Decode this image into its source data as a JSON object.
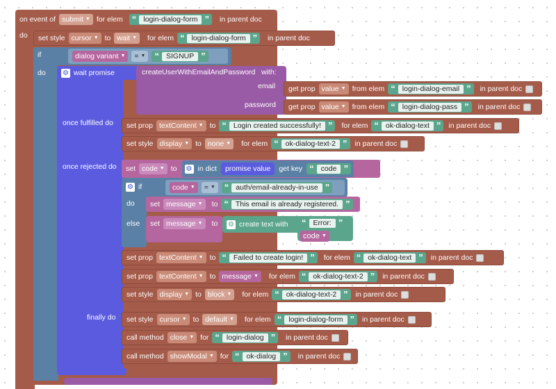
{
  "event": {
    "on_event_of": "on event of",
    "event_name": "submit",
    "for_elem": "for elem",
    "form": "login-dialog-form",
    "in_parent_doc": "in parent doc",
    "do": "do"
  },
  "setstyle1": {
    "label": "set style",
    "prop": "cursor",
    "to": "to",
    "value": "wait",
    "for_elem": "for elem",
    "elem": "login-dialog-form",
    "in_parent_doc": "in parent doc"
  },
  "if1": {
    "if": "if",
    "var": "dialog variant",
    "op": "=",
    "value": "SIGNUP",
    "do": "do"
  },
  "wait": {
    "label": "wait promise",
    "fn": "createUserWithEmailAndPassword",
    "with": "with:",
    "email_label": "email",
    "password_label": "password"
  },
  "email_arg": {
    "label": "get prop",
    "prop": "value",
    "from_elem": "from elem",
    "elem": "login-dialog-email",
    "in_parent_doc": "in parent doc"
  },
  "pass_arg": {
    "label": "get prop",
    "prop": "value",
    "from_elem": "from elem",
    "elem": "login-dialog-pass",
    "in_parent_doc": "in parent doc"
  },
  "fulfilled": {
    "label": "once fulfilled do",
    "r1": {
      "label": "set prop",
      "prop": "textContent",
      "to": "to",
      "value": "Login created successfully!",
      "for_elem": "for elem",
      "elem": "ok-dialog-text",
      "in_parent_doc": "in parent doc"
    },
    "r2": {
      "label": "set style",
      "prop": "display",
      "to": "to",
      "value": "none",
      "for_elem": "for elem",
      "elem": "ok-dialog-text-2",
      "in_parent_doc": "in parent doc"
    }
  },
  "rejected": {
    "label": "once rejected do",
    "setcode": {
      "label": "set",
      "var": "code",
      "to": "to",
      "in_dict": "in dict",
      "promise_value": "promise value",
      "get_key": "get key",
      "key": "code"
    },
    "if2": {
      "if": "if",
      "var": "code",
      "op": "=",
      "value": "auth/email-already-in-use",
      "do": "do",
      "else": "else"
    },
    "do_set": {
      "label": "set",
      "var": "message",
      "to": "to",
      "value": "This email is already registered."
    },
    "else_set": {
      "label": "set",
      "var": "message",
      "to": "to",
      "create": "create text with",
      "error": "Error: ",
      "code": "code"
    },
    "r3": {
      "label": "set prop",
      "prop": "textContent",
      "to": "to",
      "value": "Failed to create login!",
      "for_elem": "for elem",
      "elem": "ok-dialog-text",
      "in_parent_doc": "in parent doc"
    },
    "r4": {
      "label": "set prop",
      "prop": "textContent",
      "to": "to",
      "var": "message",
      "for_elem": "for elem",
      "elem": "ok-dialog-text-2",
      "in_parent_doc": "in parent doc"
    },
    "r5": {
      "label": "set style",
      "prop": "display",
      "to": "to",
      "value": "block",
      "for_elem": "for elem",
      "elem": "ok-dialog-text-2",
      "in_parent_doc": "in parent doc"
    }
  },
  "finally": {
    "label": "finally do",
    "r1": {
      "label": "set style",
      "prop": "cursor",
      "to": "to",
      "value": "default",
      "for_elem": "for elem",
      "elem": "login-dialog-form",
      "in_parent_doc": "in parent doc"
    },
    "r2": {
      "label": "call method",
      "method": "close",
      "for": "for",
      "elem": "login-dialog",
      "in_parent_doc": "in parent doc"
    },
    "r3": {
      "label": "call method",
      "method": "showModal",
      "for": "for",
      "elem": "ok-dialog",
      "in_parent_doc": "in parent doc"
    }
  },
  "colors": {
    "event": "#a55b4a",
    "control": "#5b80a5",
    "promise": "#5b5be0",
    "function": "#995ba5",
    "string": "#5ba58c",
    "variable": "#b5669e"
  }
}
